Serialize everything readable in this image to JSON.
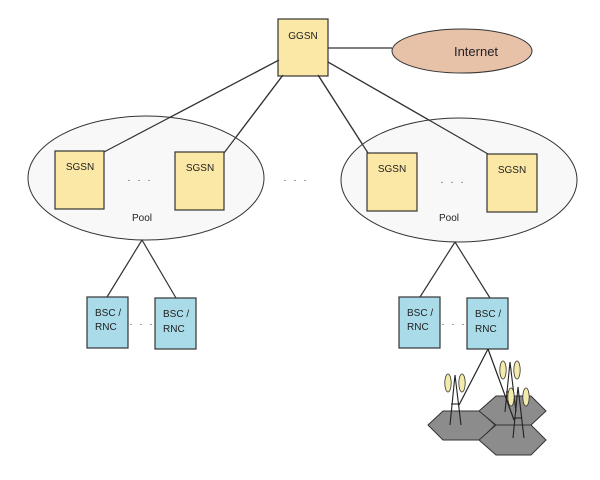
{
  "diagram": {
    "title": "GPRS/UMTS core network with SGSN pools",
    "colors": {
      "gateway_fill": "#fbe8a6",
      "internet_fill": "#e8c1a9",
      "pool_fill": "#f8f8f8",
      "bsc_fill": "#a9dbe8",
      "cell_fill": "#8c8c8c",
      "antenna_fill": "#f3ebaa",
      "stroke": "#333333"
    },
    "ggsn": {
      "label": "GGSN"
    },
    "internet": {
      "label": "Internet"
    },
    "gap_dots": "· · ·",
    "pools": [
      {
        "label": "Pool",
        "sgsn": [
          {
            "label": "SGSN"
          },
          {
            "label": "SGSN"
          }
        ],
        "dots": "· · ·",
        "bsc": [
          {
            "label_line1": "BSC /",
            "label_line2": "RNC"
          },
          {
            "label_line1": "BSC /",
            "label_line2": "RNC"
          }
        ],
        "bsc_dots": "· · ·"
      },
      {
        "label": "Pool",
        "sgsn": [
          {
            "label": "SGSN"
          },
          {
            "label": "SGSN"
          }
        ],
        "dots": "· · ·",
        "bsc": [
          {
            "label_line1": "BSC /",
            "label_line2": "RNC"
          },
          {
            "label_line1": "BSC /",
            "label_line2": "RNC"
          }
        ],
        "bsc_dots": "· · ·"
      }
    ],
    "cells": {
      "count": 3,
      "towers": 3
    }
  }
}
